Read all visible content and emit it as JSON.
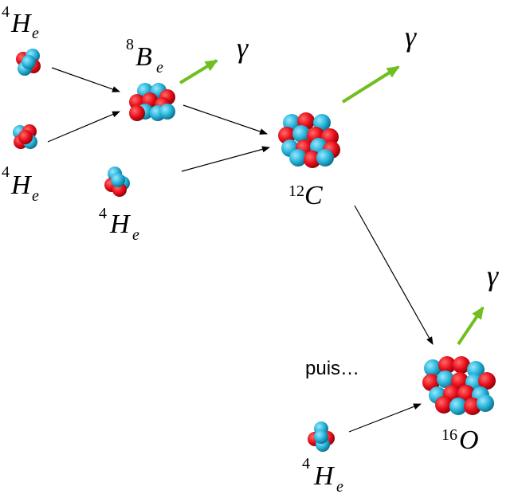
{
  "colors": {
    "proton": "#e8101c",
    "neutron": "#27b4d9",
    "gamma": "#6fbf1f",
    "arrow": "#000000",
    "background": "#ffffff"
  },
  "nuclei": {
    "he_1": {
      "mass": "4",
      "symbol": "H",
      "sub": "e"
    },
    "he_2": {
      "mass": "4",
      "symbol": "H",
      "sub": "e"
    },
    "he_3": {
      "mass": "4",
      "symbol": "H",
      "sub": "e"
    },
    "be": {
      "mass": "8",
      "symbol": "B",
      "sub": "e"
    },
    "c": {
      "mass": "12",
      "symbol": "C",
      "sub": ""
    },
    "he_4": {
      "mass": "4",
      "symbol": "H",
      "sub": "e"
    },
    "o": {
      "mass": "16",
      "symbol": "O",
      "sub": ""
    }
  },
  "gamma_symbol": "γ",
  "note": "puis…"
}
